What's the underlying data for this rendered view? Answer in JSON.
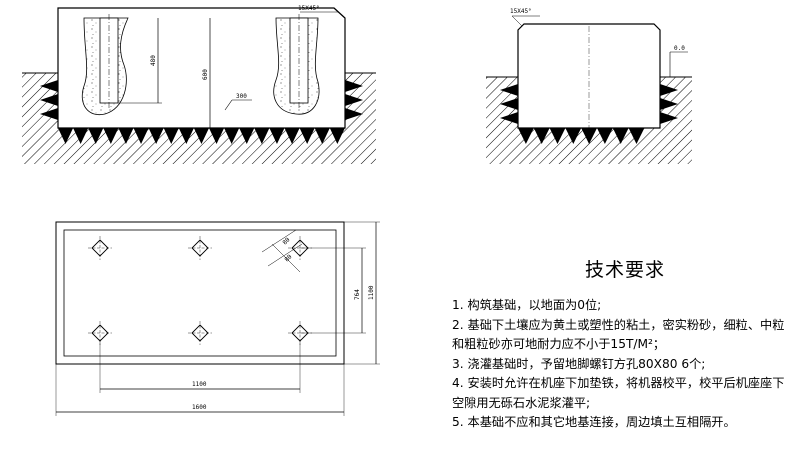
{
  "left_elevation": {
    "chamfer_label": "15X45°",
    "dim_hole_depth": "480",
    "dim_total_depth": "600",
    "dim_embed": "300"
  },
  "right_elevation": {
    "chamfer_label": "15X45°",
    "level_label": "0.0"
  },
  "plan_view": {
    "dim_hole_size_a": "80",
    "dim_hole_size_b": "80",
    "dim_hole_spacing_v": "764",
    "dim_overall_width": "1100",
    "dim_hole_spacing_h": "1100",
    "dim_overall_length": "1600"
  },
  "notes": {
    "title": "技术要求",
    "items": [
      "1. 构筑基础，以地面为0位;",
      "2. 基础下土壤应为黄土或塑性的粘土，密实粉砂，细粒、中粒",
      "和粗粒砂亦可地耐力应不小于15T/M²；",
      "3. 浇灌基础时，予留地脚螺钉方孔80X80  6个;",
      "4. 安装时允许在机座下加垫铁，将机器校平，校平后机座座下",
      "空隙用无砾石水泥浆灌平;",
      "5. 本基础不应和其它地基连接，周边填土互相隔开。"
    ]
  }
}
